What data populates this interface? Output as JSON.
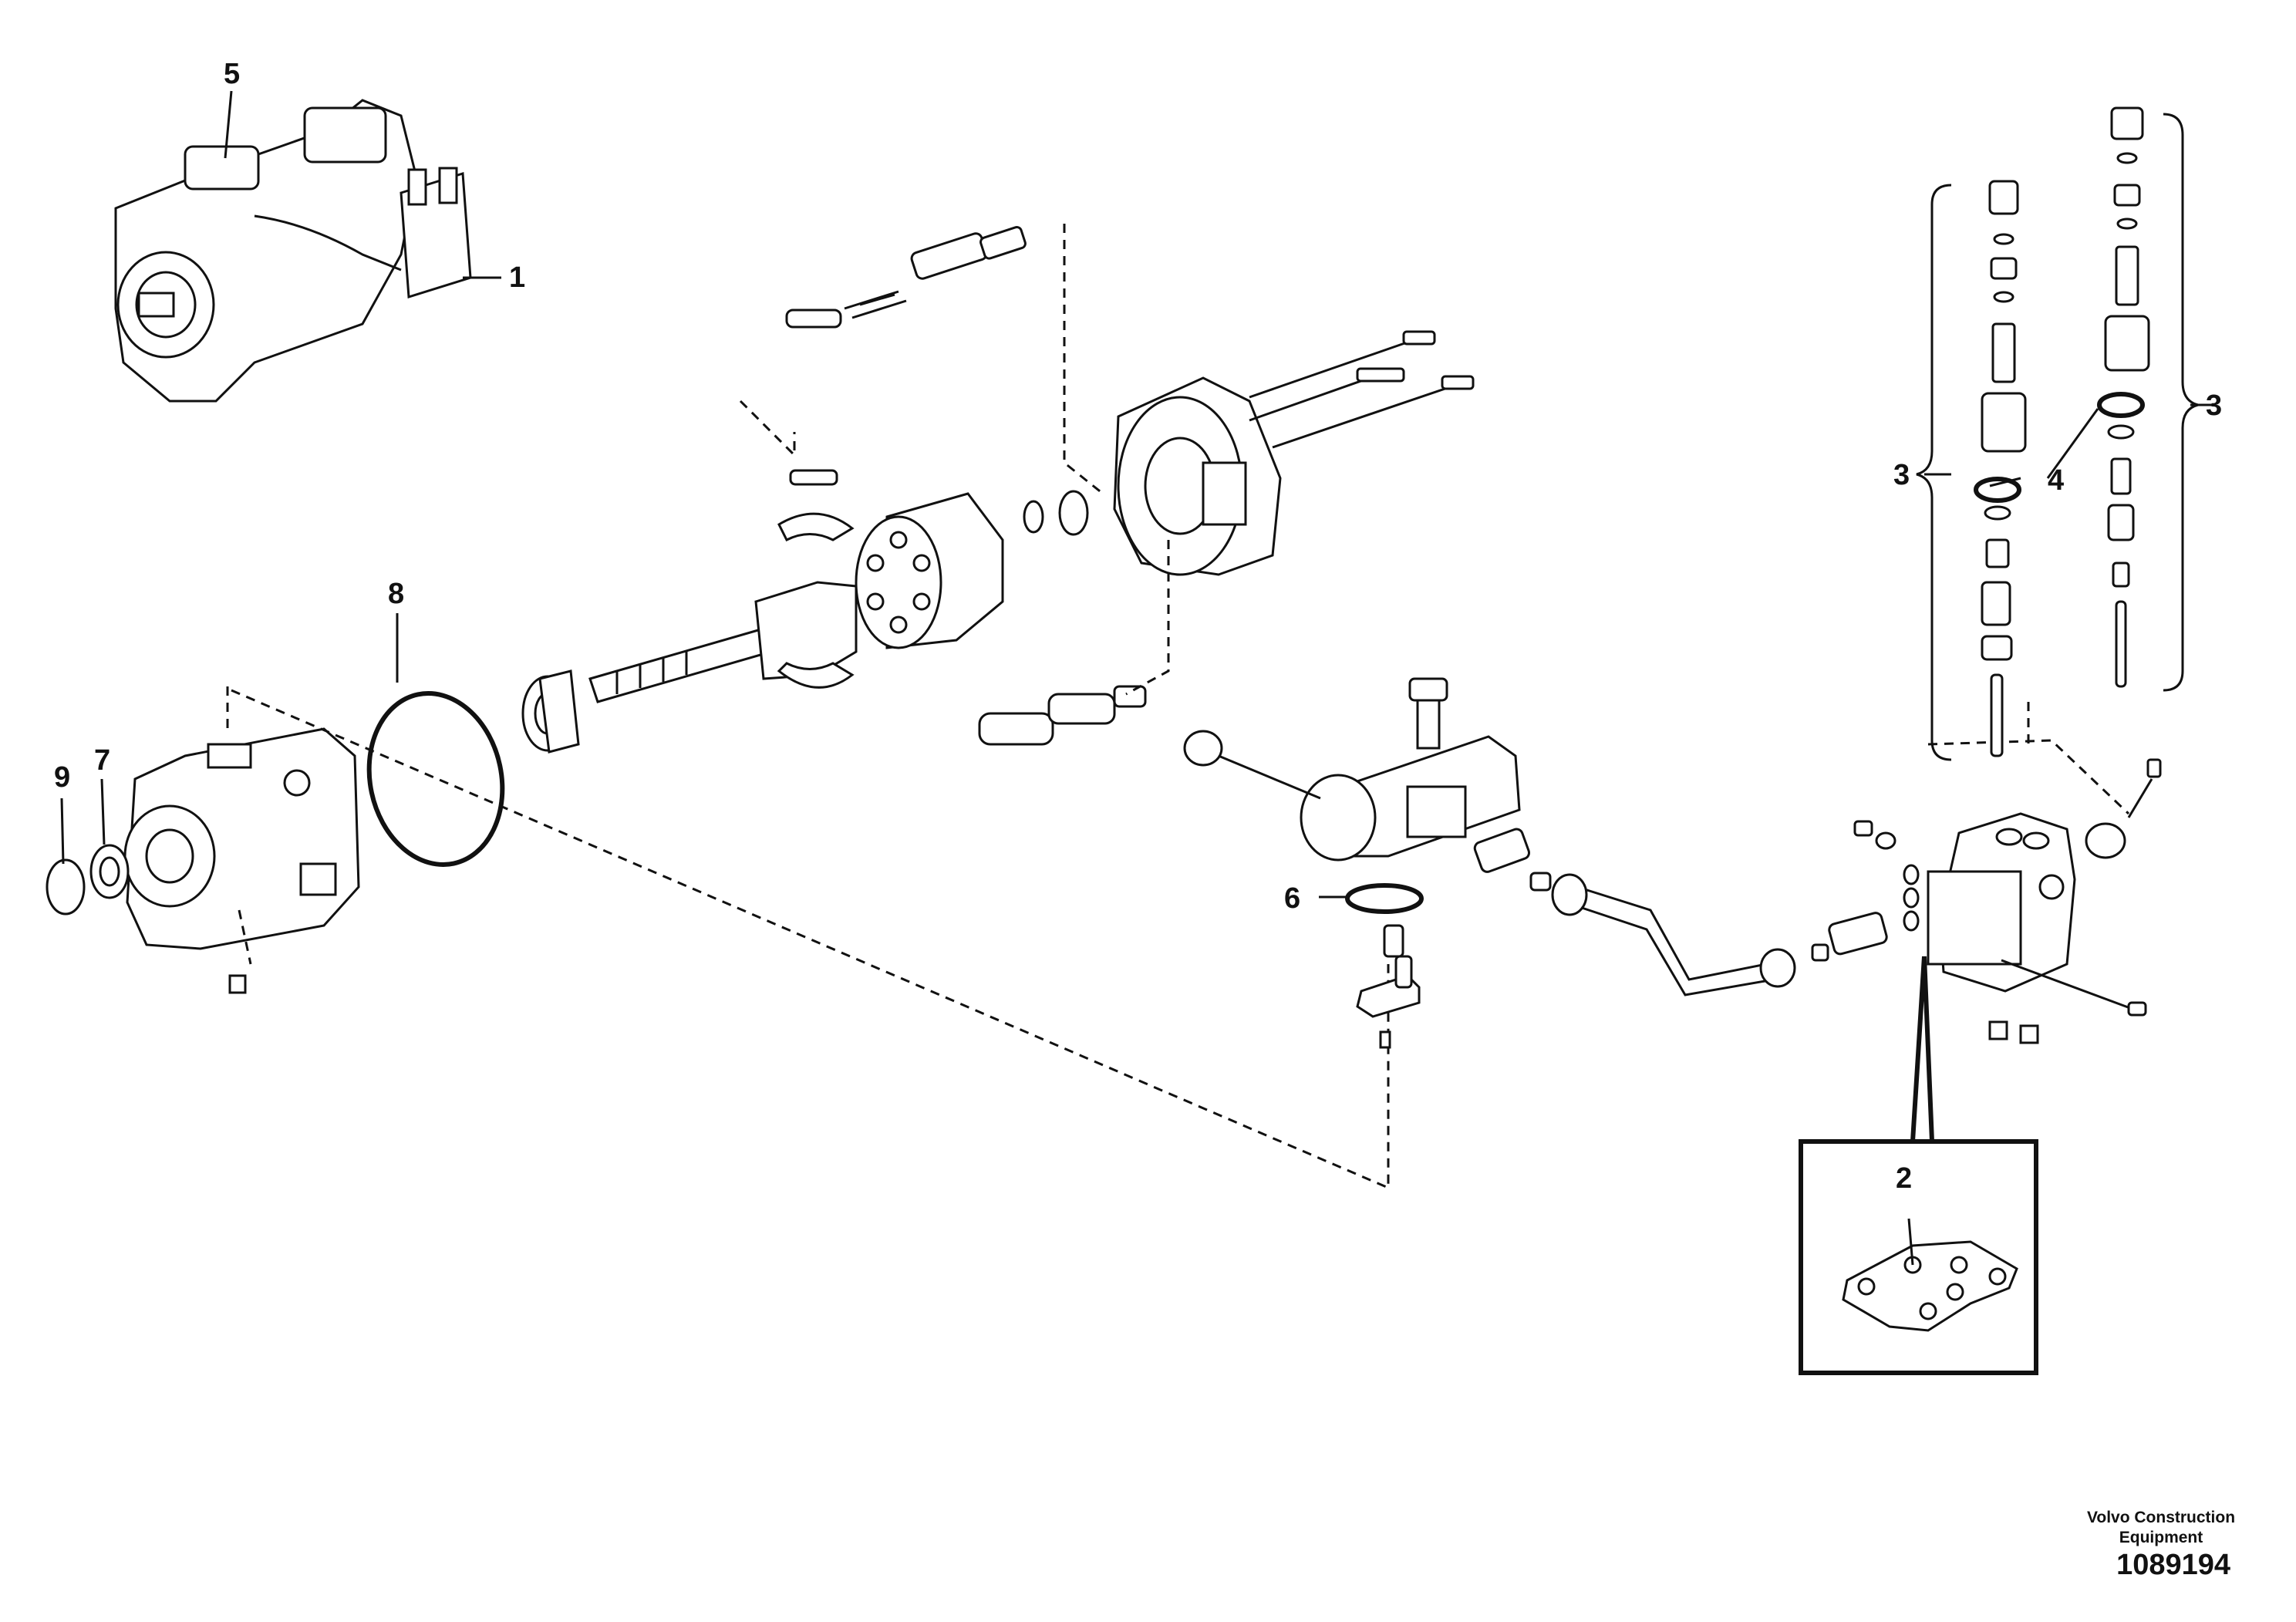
{
  "callouts": {
    "c1": "1",
    "c2": "2",
    "c3a": "3",
    "c3b": "3",
    "c4": "4",
    "c5": "5",
    "c6": "6",
    "c7": "7",
    "c8": "8",
    "c9": "9"
  },
  "footer": {
    "company": "Volvo Construction Equipment",
    "illustration_number": "1089194"
  }
}
